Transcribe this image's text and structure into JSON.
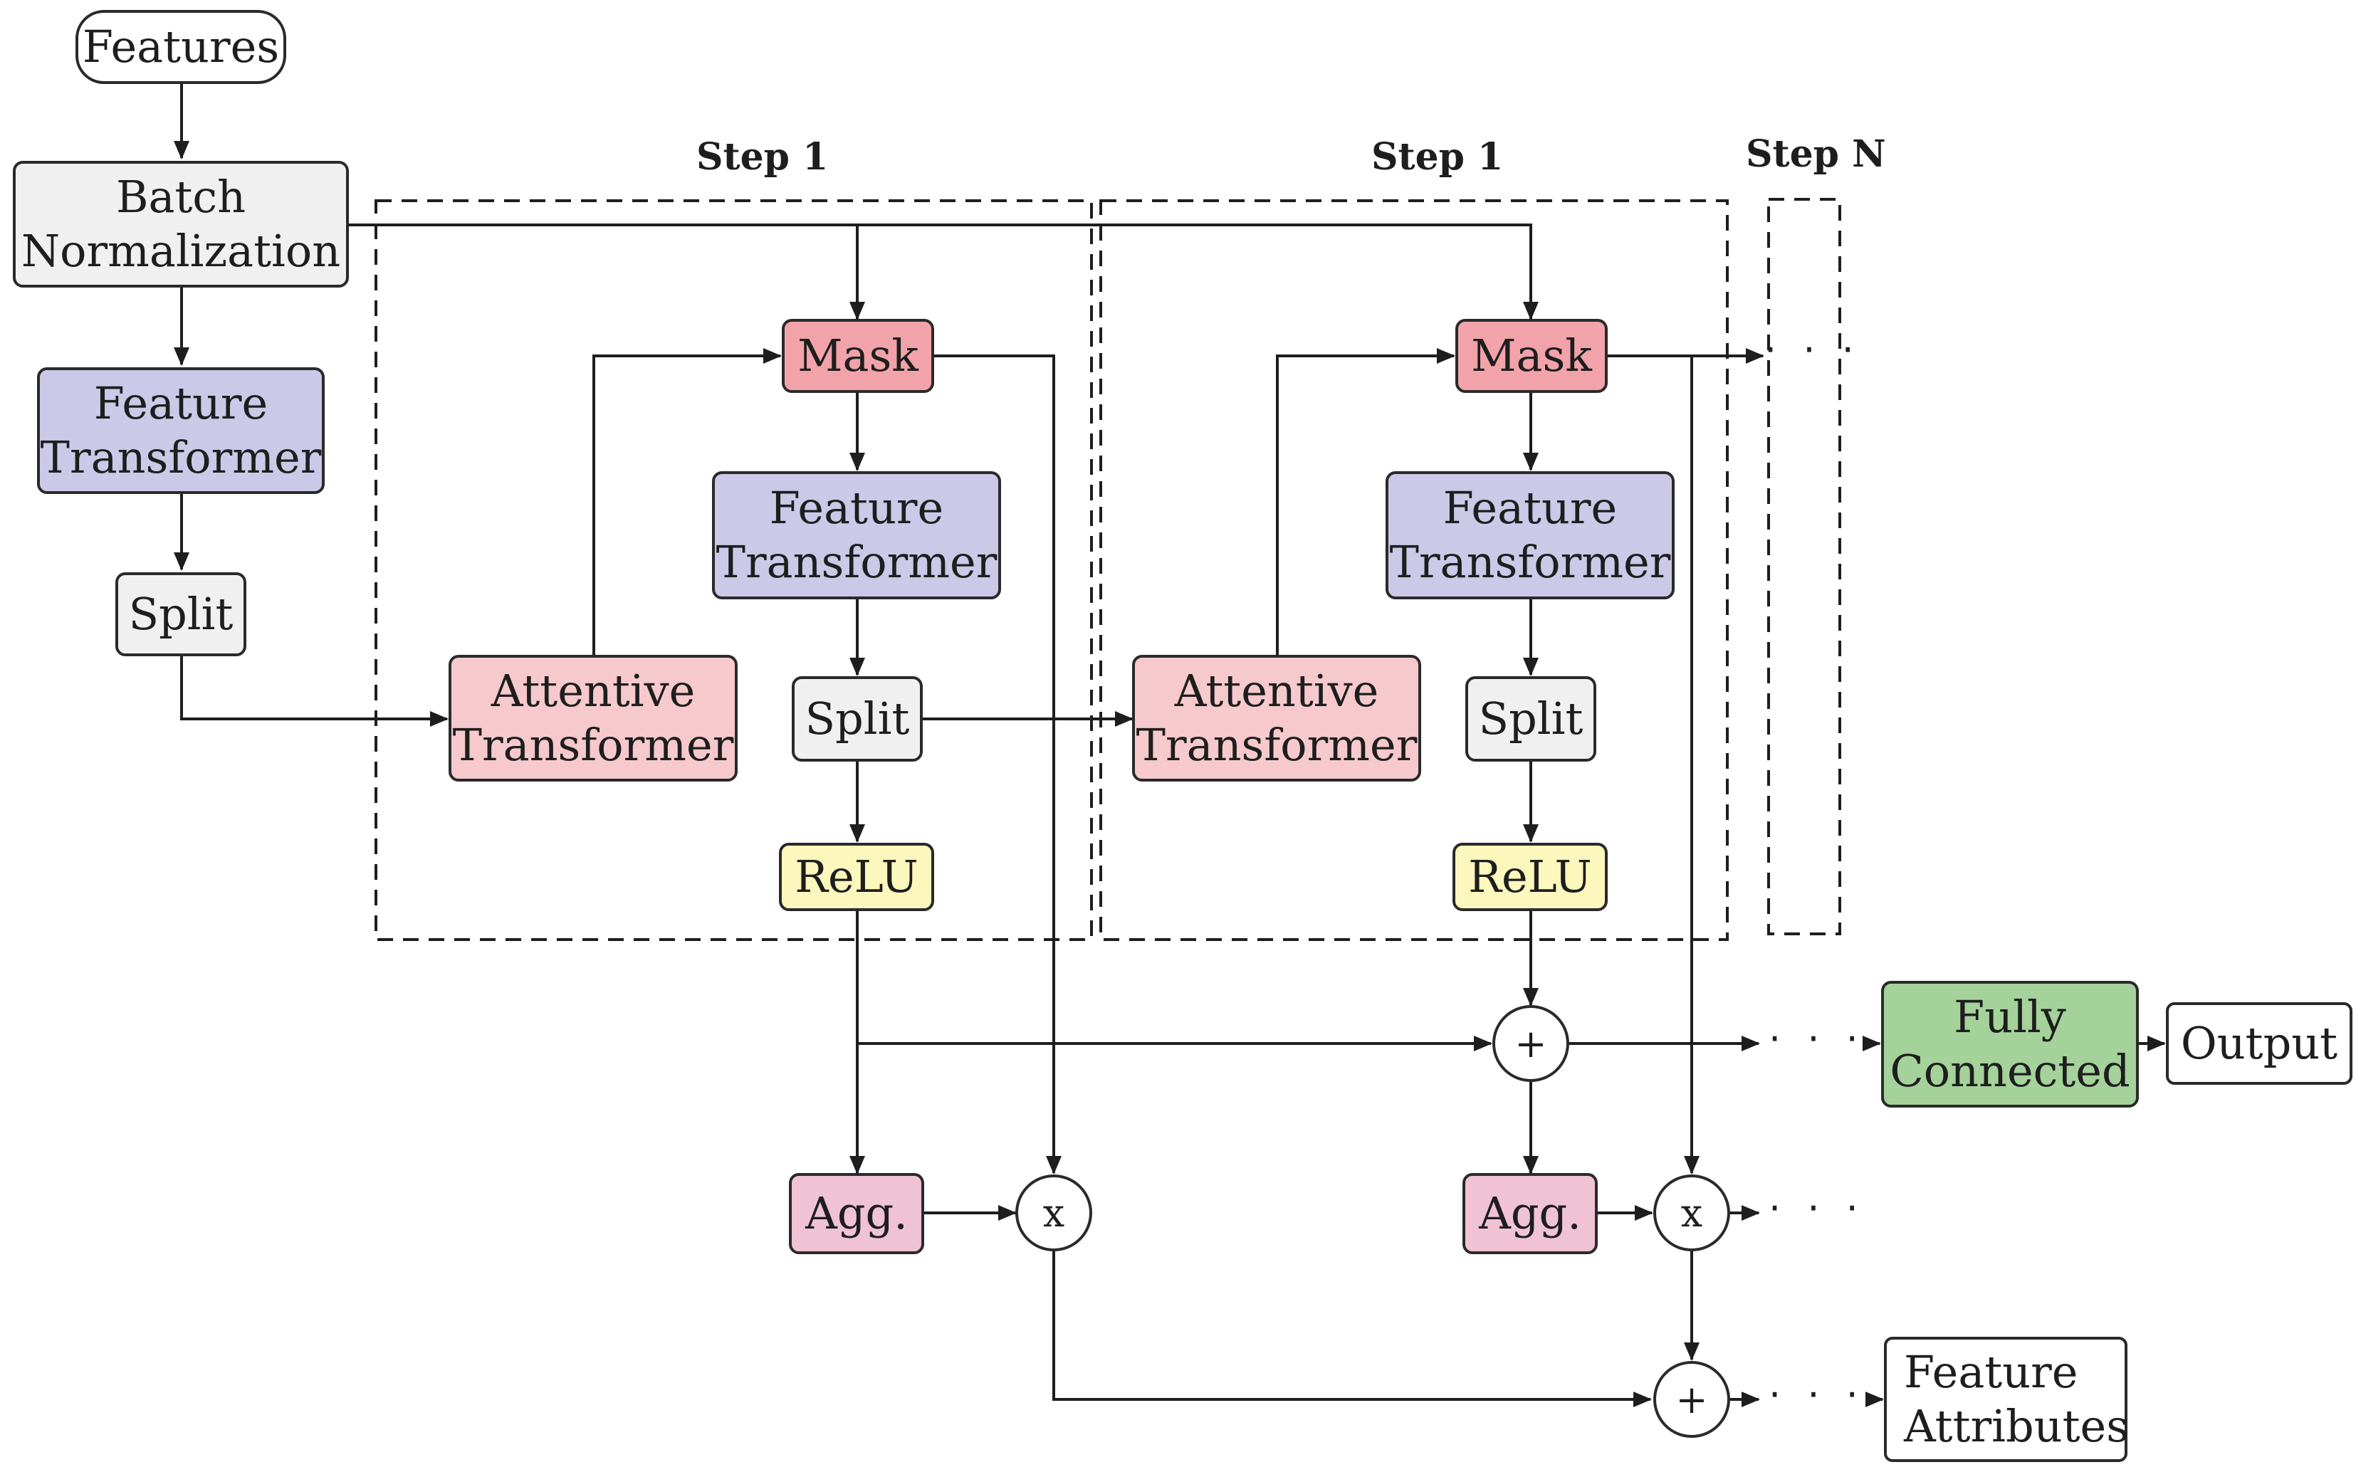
{
  "nodes": {
    "features": "Features",
    "batch_norm": [
      "Batch",
      "Normalization"
    ],
    "feature_transformer": [
      "Feature",
      "Transformer"
    ],
    "split": "Split",
    "step1": {
      "mask": "Mask",
      "feature_transformer": [
        "Feature",
        "Transformer"
      ],
      "split": "Split",
      "relu": "ReLU",
      "attentive_transformer": [
        "Attentive",
        "Transformer"
      ],
      "agg": "Agg."
    },
    "step2": {
      "mask": "Mask",
      "feature_transformer": [
        "Feature",
        "Transformer"
      ],
      "split": "Split",
      "relu": "ReLU",
      "attentive_transformer": [
        "Attentive",
        "Transformer"
      ],
      "agg": "Agg."
    },
    "fully_connected": [
      "Fully",
      "Connected"
    ],
    "output": "Output",
    "feature_attributes": [
      "Feature",
      "Attributes"
    ]
  },
  "operators": {
    "plus": "+",
    "multiply": "x"
  },
  "step_labels": {
    "first": "Step 1",
    "second": "Step 1",
    "last": "Step N"
  },
  "ellipsis": "· · ·",
  "colors": {
    "line": "#1e1e1e",
    "gray": "#eff0ef",
    "violet": "#cbc9e7",
    "mask_red": "#f2a3aa",
    "attentive_rose": "#f6c9cc",
    "agg_pink": "#f0c3d4",
    "relu_yellow": "#fcf7bd",
    "fc_green": "#a4d29a"
  }
}
